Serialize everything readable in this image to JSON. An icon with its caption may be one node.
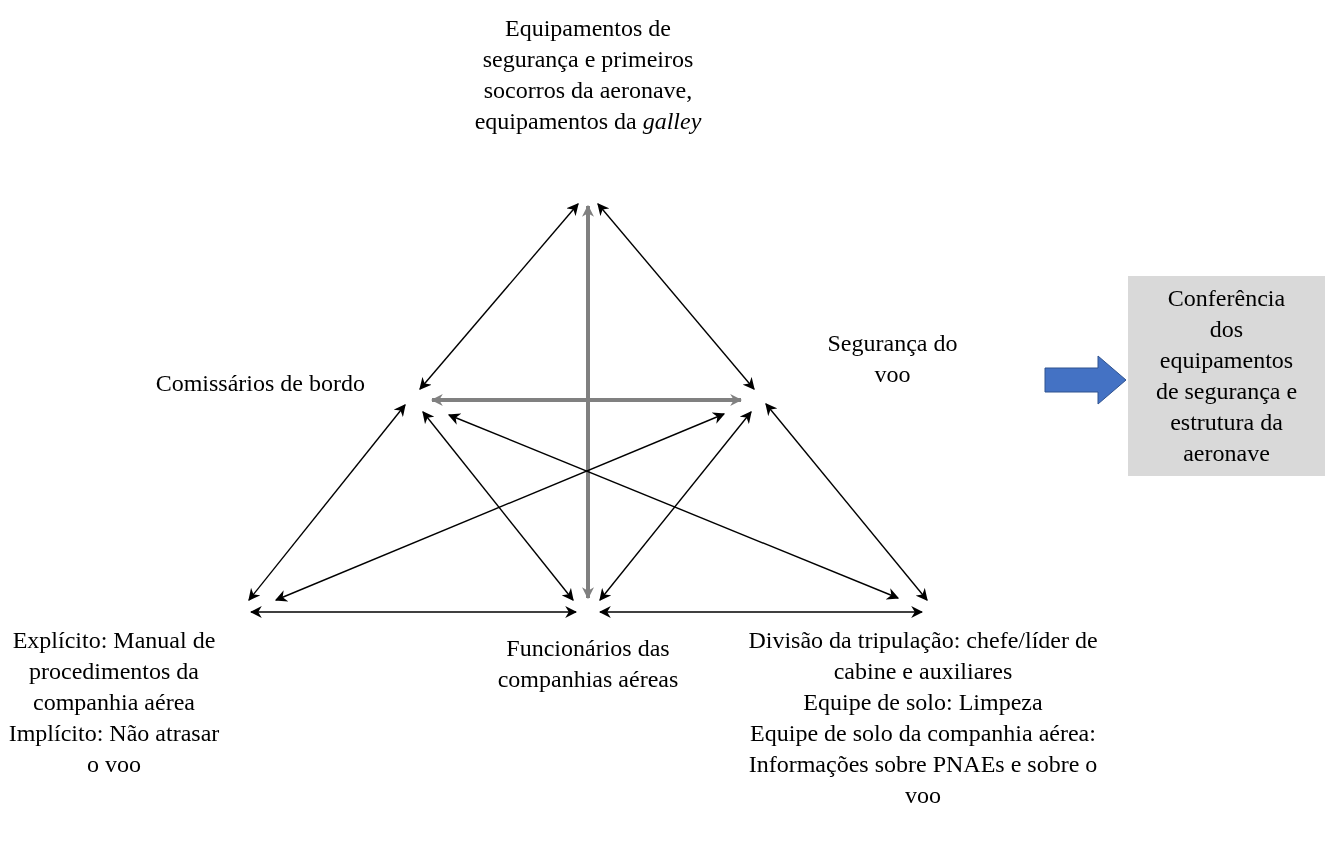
{
  "diagram": {
    "nodes": [
      {
        "text": [
          "Equipamentos de segurança e primeiros socorros da aeronave, equipamentos da *galley*"
        ]
      },
      {
        "text": [
          "Comissários de bordo"
        ]
      },
      {
        "text": [
          "Segurança do voo"
        ]
      },
      {
        "text": [
          "Explícito: Manual de procedimentos da companhia aérea",
          "Implícito: Não atrasar o voo"
        ]
      },
      {
        "text": [
          "Funcionários das companhias aéreas"
        ]
      },
      {
        "text": [
          "Divisão da tripulação: chefe/líder de cabine e auxiliares",
          "Equipe de solo: Limpeza",
          "Equipe de solo da companhia aérea: Informações sobre PNAEs e sobre o voo"
        ]
      },
      {
        "text": [
          "Conferência dos equipamentos de segurança e estrutura da aeronave"
        ]
      }
    ],
    "edges": [
      {
        "from": 0,
        "to": 1,
        "arrow": "both"
      },
      {
        "from": 0,
        "to": 2,
        "arrow": "both"
      },
      {
        "from": 0,
        "to": 4,
        "arrow": "both",
        "style": "thick",
        "color": "#808080"
      },
      {
        "from": 1,
        "to": 2,
        "arrow": "both",
        "style": "thick",
        "color": "#808080"
      },
      {
        "from": 1,
        "to": 3,
        "arrow": "both"
      },
      {
        "from": 1,
        "to": 4,
        "arrow": "both"
      },
      {
        "from": 1,
        "to": 5,
        "arrow": "both"
      },
      {
        "from": 2,
        "to": 3,
        "arrow": "both"
      },
      {
        "from": 2,
        "to": 4,
        "arrow": "both"
      },
      {
        "from": 2,
        "to": 5,
        "arrow": "both"
      },
      {
        "from": 3,
        "to": 4,
        "arrow": "both"
      },
      {
        "from": 4,
        "to": 5,
        "arrow": "both"
      },
      {
        "from": null,
        "to": 6,
        "arrow": "to",
        "style": "thick",
        "color": "#4472c4"
      }
    ]
  }
}
